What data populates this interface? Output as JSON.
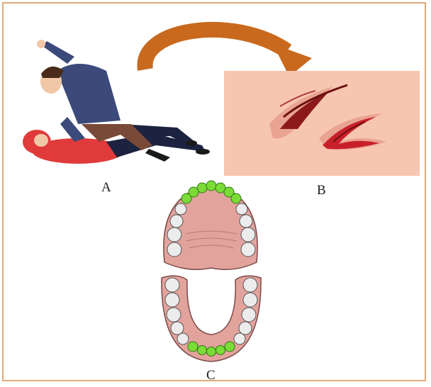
{
  "labels": {
    "a": "A",
    "b": "B",
    "c": "C"
  },
  "colors": {
    "frame": "#e2a97a",
    "arrow": "#c8691d",
    "skin_panel": "#f7c6b1",
    "wound_dark": "#8c1a1a",
    "wound_red": "#c8202a",
    "gum": "#e3a39d",
    "tooth": "#ececec",
    "highlight_teeth": "#7cdb37"
  },
  "icons": {
    "scene_a": "assault-figures",
    "scene_b": "bite-wound-skin",
    "scene_c": "dental-arches"
  }
}
